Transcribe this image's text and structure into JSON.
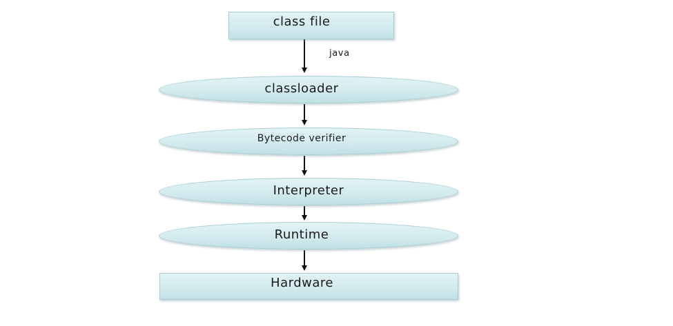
{
  "diagram": {
    "nodes": {
      "class_file": "class file",
      "classloader": "classloader",
      "bytecode_verifier": "Bytecode verifier",
      "interpreter": "Interpreter",
      "runtime": "Runtime",
      "hardware": "Hardware"
    },
    "edges": [
      {
        "from": "class_file",
        "to": "classloader",
        "label": "java"
      },
      {
        "from": "classloader",
        "to": "bytecode_verifier",
        "label": ""
      },
      {
        "from": "bytecode_verifier",
        "to": "interpreter",
        "label": ""
      },
      {
        "from": "interpreter",
        "to": "runtime",
        "label": ""
      },
      {
        "from": "runtime",
        "to": "hardware",
        "label": ""
      }
    ],
    "colors": {
      "node_fill": "#d3ebee",
      "node_border": "#a9cfd4",
      "arrow": "#111111"
    }
  }
}
